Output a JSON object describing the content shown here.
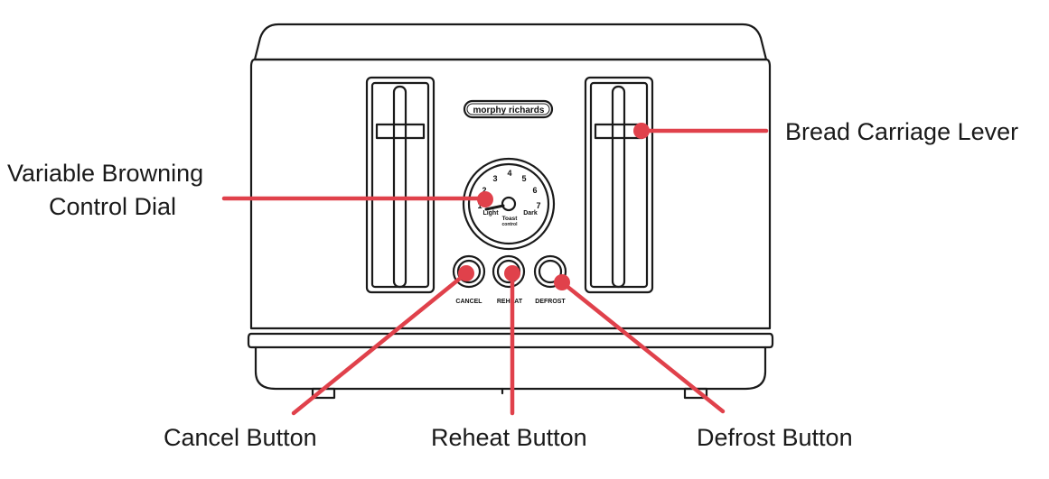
{
  "diagram": {
    "brand": "morphy richards",
    "dial": {
      "numbers": [
        "1",
        "2",
        "3",
        "4",
        "5",
        "6",
        "7"
      ],
      "light_label": "Light",
      "dark_label": "Dark",
      "caption_line1": "Toast",
      "caption_line2": "control"
    },
    "buttons": {
      "cancel": "CANCEL",
      "reheat": "REHEAT",
      "defrost": "DEFROST"
    },
    "callouts": {
      "lever": "Bread Carriage Lever",
      "dial_line1": "Variable Browning",
      "dial_line2": "Control Dial",
      "cancel": "Cancel Button",
      "reheat": "Reheat Button",
      "defrost": "Defrost Button"
    },
    "colors": {
      "outline": "#1a1a1a",
      "callout": "#e0414b"
    }
  }
}
